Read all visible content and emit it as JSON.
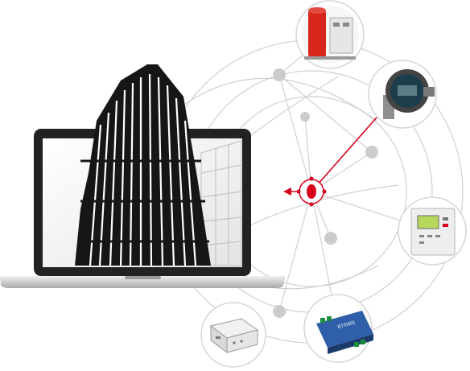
{
  "diagram": {
    "laptop": {
      "screen_content": "building-photo"
    },
    "hub": {
      "color": "#d9001b"
    },
    "devices": [
      {
        "id": "fire-pump-cabinet",
        "label": ""
      },
      {
        "id": "round-gauge-sensor",
        "label": ""
      },
      {
        "id": "wall-controller",
        "label": ""
      },
      {
        "id": "blue-io-module",
        "label": "BT/0001"
      },
      {
        "id": "small-gateway-box",
        "label": ""
      }
    ],
    "colors": {
      "accent": "#d9001b",
      "network_line": "#cfcfcf",
      "node": "#cccccc",
      "laptop_body": "#222222",
      "laptop_base": "#d7d7d7",
      "module_blue": "#2f5fa8"
    }
  }
}
